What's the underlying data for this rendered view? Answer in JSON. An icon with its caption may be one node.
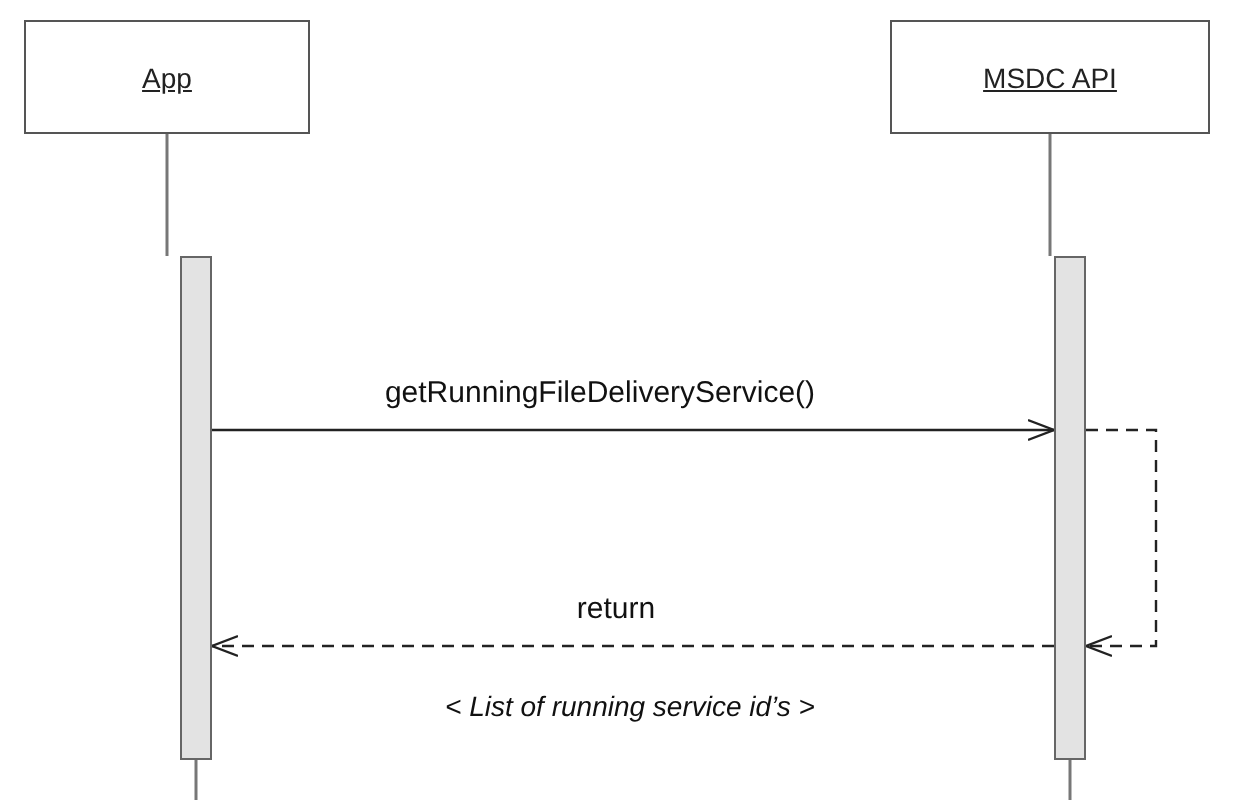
{
  "diagram": {
    "nodes": [
      {
        "text": [
          "App"
        ]
      },
      {
        "text": [
          "MSDC API"
        ]
      },
      {
        "text": [],
        "shape": "bar"
      },
      {
        "text": [],
        "shape": "bar"
      }
    ],
    "edges": [
      {
        "from": 0,
        "to": 2,
        "arrow": "none"
      },
      {
        "from": 1,
        "to": 3,
        "arrow": "none"
      },
      {
        "from": 2,
        "to": 3,
        "arrow": "to",
        "label": "getRunningFileDeliveryService()"
      },
      {
        "from": 3,
        "to": 3,
        "arrow": "to",
        "style": "dashed"
      },
      {
        "from": 3,
        "to": 2,
        "arrow": "to",
        "style": "dashed",
        "label": "return"
      }
    ],
    "labels": [
      "< List of running service id’s >"
    ]
  }
}
